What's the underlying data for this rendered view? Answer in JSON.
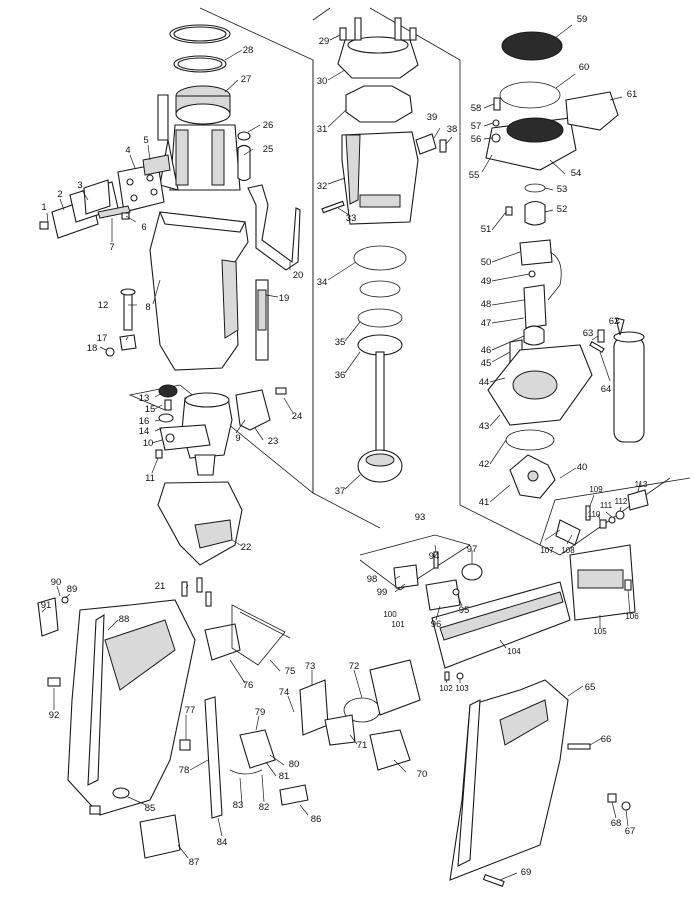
{
  "callouts": {
    "p1": "1",
    "p2": "2",
    "p3": "3",
    "p4": "4",
    "p5": "5",
    "p6": "6",
    "p7": "7",
    "p8": "8",
    "p9": "9",
    "p10": "10",
    "p11": "11",
    "p12": "12",
    "p13": "13",
    "p14": "14",
    "p15": "15",
    "p16": "16",
    "p17": "17",
    "p18": "18",
    "p19": "19",
    "p20": "20",
    "p21": "21",
    "p22": "22",
    "p23": "23",
    "p24": "24",
    "p25": "25",
    "p26": "26",
    "p27": "27",
    "p28": "28",
    "p29": "29",
    "p30": "30",
    "p31": "31",
    "p32": "32",
    "p33": "33",
    "p34": "34",
    "p35": "35",
    "p36": "36",
    "p37": "37",
    "p38": "38",
    "p39": "39",
    "p40": "40",
    "p41": "41",
    "p42": "42",
    "p43": "43",
    "p44": "44",
    "p45": "45",
    "p46": "46",
    "p47": "47",
    "p48": "48",
    "p49": "49",
    "p50": "50",
    "p51": "51",
    "p52": "52",
    "p53": "53",
    "p54": "54",
    "p55": "55",
    "p56": "56",
    "p57": "57",
    "p58": "58",
    "p59": "59",
    "p60": "60",
    "p61": "61",
    "p62": "62",
    "p63": "63",
    "p64": "64",
    "p65": "65",
    "p66": "66",
    "p67": "67",
    "p68": "68",
    "p69": "69",
    "p70": "70",
    "p71": "71",
    "p72": "72",
    "p73": "73",
    "p74": "74",
    "p75": "75",
    "p76": "76",
    "p77": "77",
    "p78": "78",
    "p79": "79",
    "p80": "80",
    "p81": "81",
    "p82": "82",
    "p83": "83",
    "p84": "84",
    "p85": "85",
    "p86": "86",
    "p87": "87",
    "p88": "88",
    "p89": "89",
    "p90": "90",
    "p91": "91",
    "p92": "92",
    "p93": "93",
    "p94": "94",
    "p95": "95",
    "p96": "96",
    "p97": "97",
    "p98": "98",
    "p99": "99",
    "p100": "100",
    "p101": "101",
    "p102": "102",
    "p103": "103",
    "p104": "104",
    "p105": "105",
    "p106": "106",
    "p107": "107",
    "p108": "108",
    "p109": "109",
    "p110": "110",
    "p111": "111",
    "p112": "112",
    "p113": "113"
  }
}
